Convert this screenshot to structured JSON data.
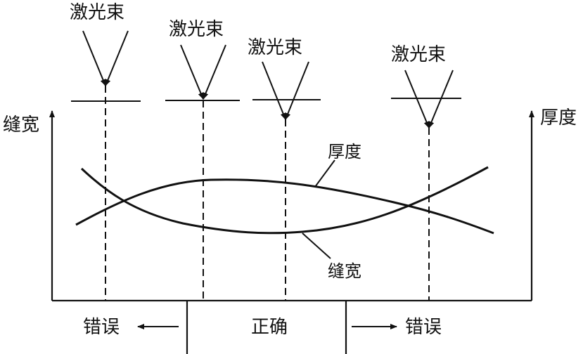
{
  "beams": [
    {
      "label": "激光束"
    },
    {
      "label": "激光束"
    },
    {
      "label": "激光束"
    },
    {
      "label": "激光束"
    }
  ],
  "axes": {
    "left_label": "缝宽",
    "right_label": "厚度"
  },
  "curves": {
    "thickness_label": "厚度",
    "gap_width_label": "缝宽"
  },
  "zones": {
    "left": "错误",
    "center": "正确",
    "right": "错误"
  },
  "colors": {
    "ink": "#111111",
    "background": "#ffffff"
  }
}
